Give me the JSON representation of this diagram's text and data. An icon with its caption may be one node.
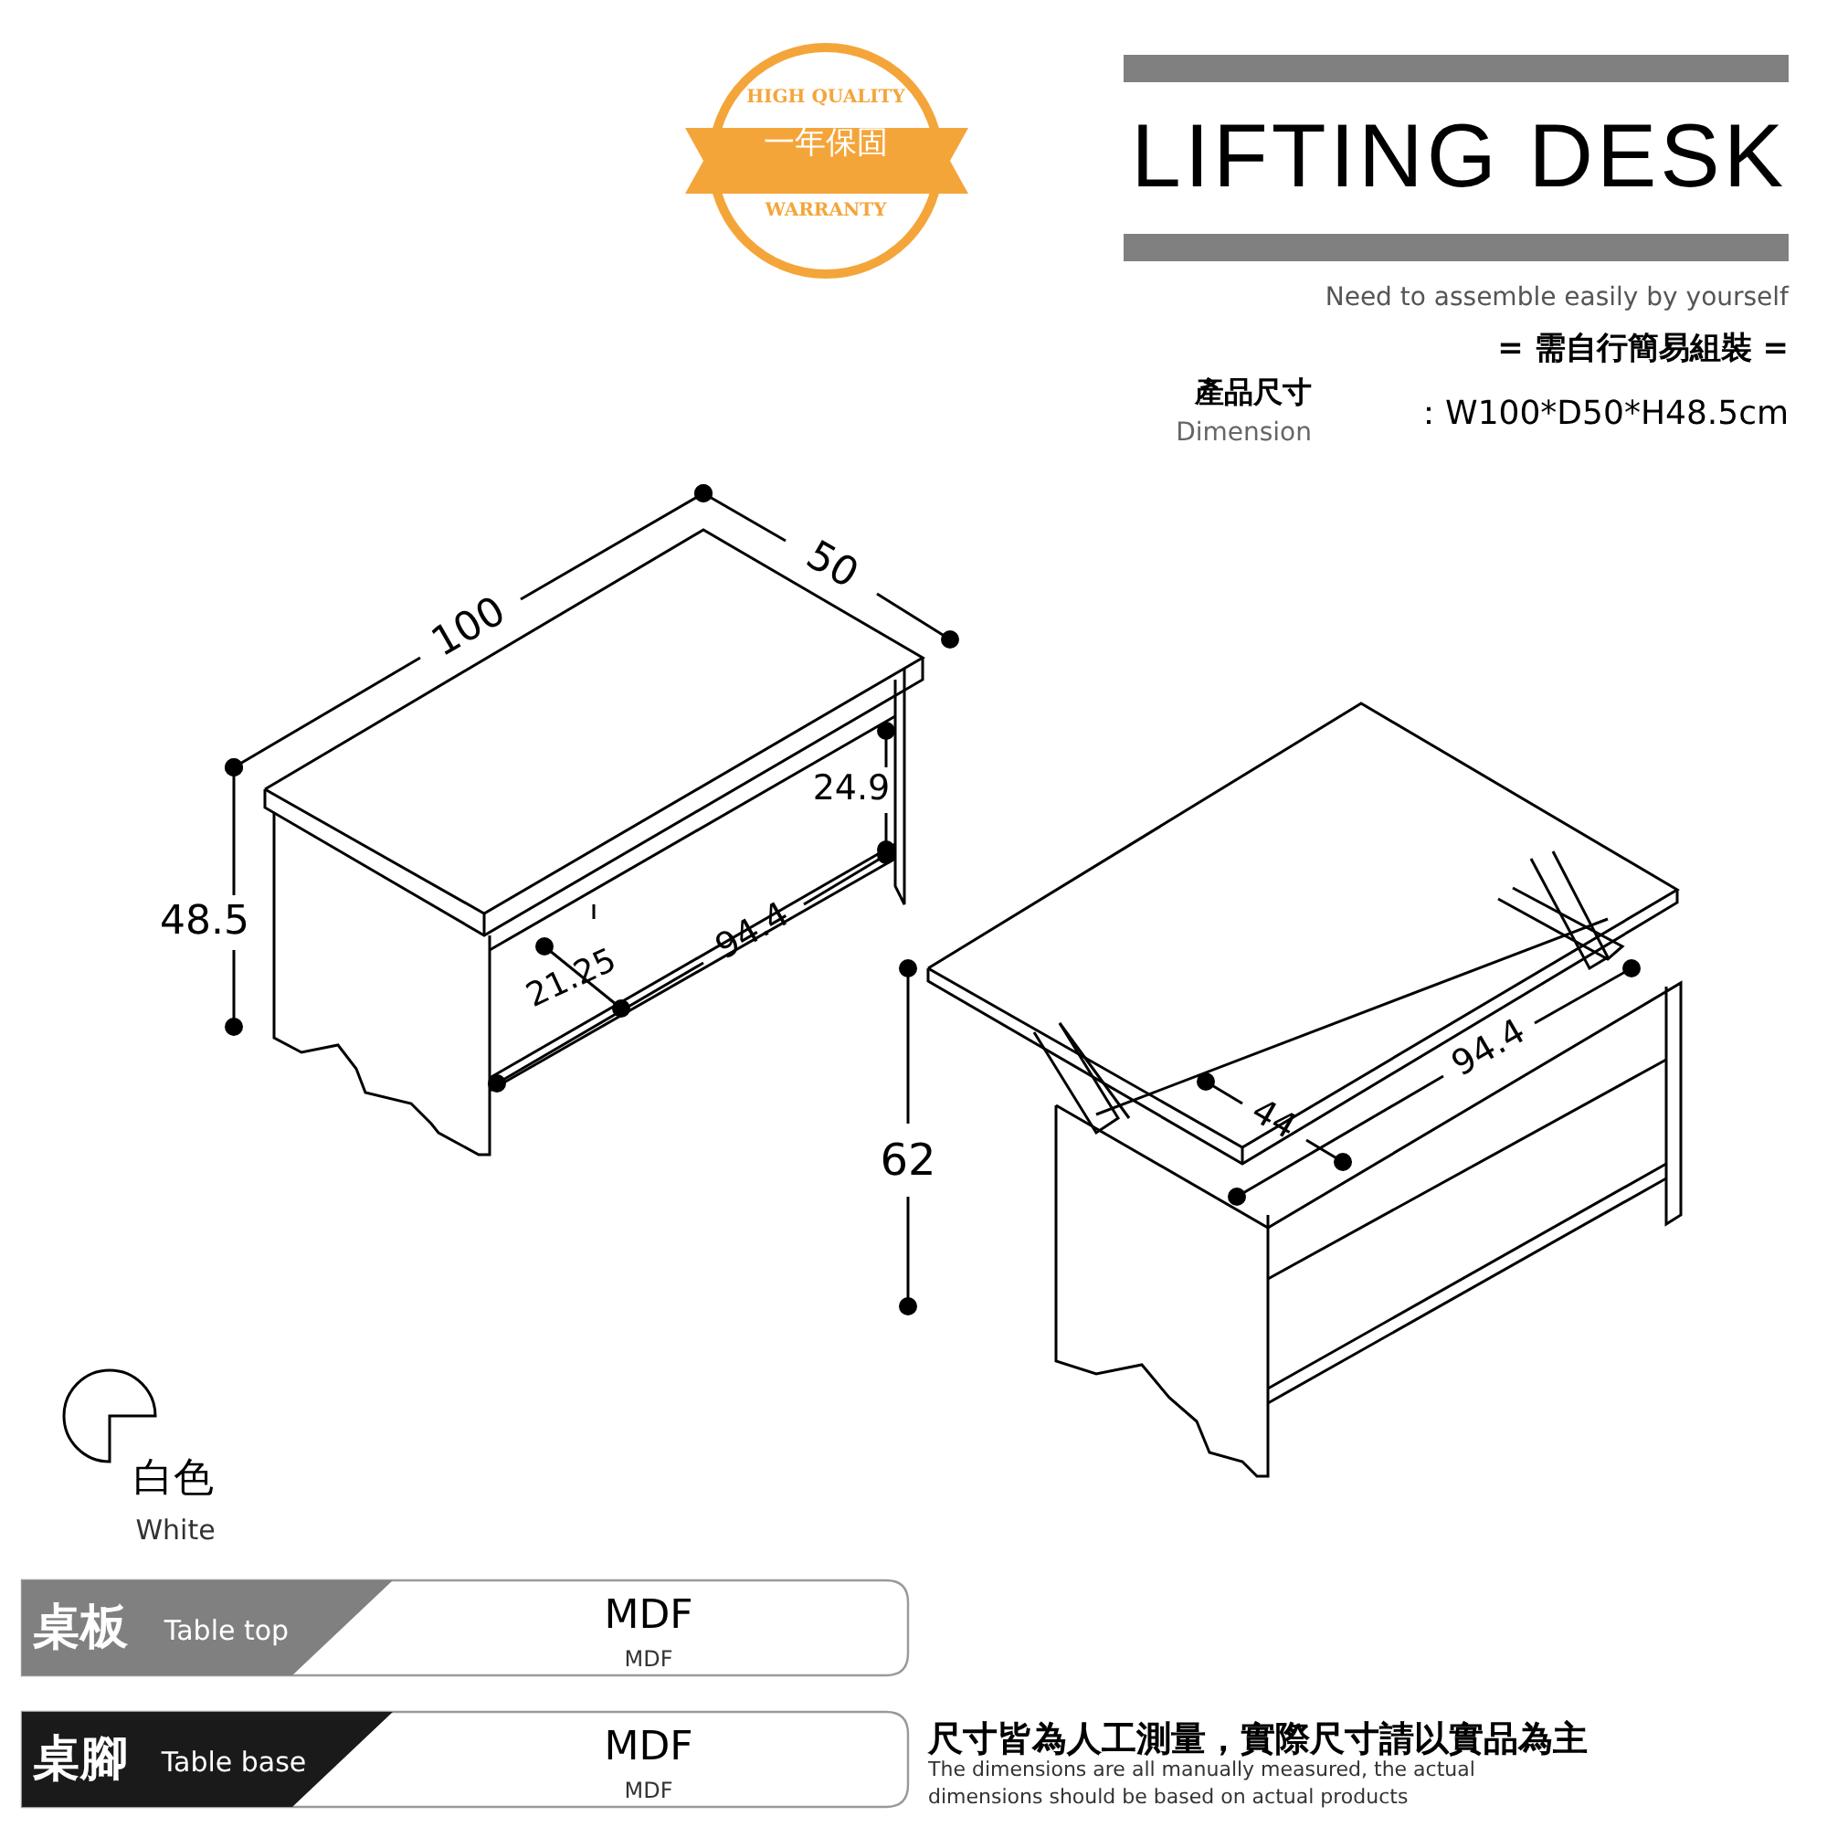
{
  "diagram": {
    "title": "LIFTING DESK",
    "labels": [
      "HIGH QUALITY",
      "一年保固",
      "WARRANTY",
      "Need to assemble easily by yourself",
      "= 需自行簡易組裝 =",
      "產品尺寸",
      "Dimension",
      "：W100*D50*H48.5cm",
      "100",
      "50",
      "24.9",
      "48.5",
      "94.4",
      "21.25",
      "94.4",
      "44",
      "62",
      "白色",
      "White",
      "桌板",
      "Table top",
      "MDF",
      "MDF",
      "桌腳",
      "Table base",
      "MDF",
      "MDF",
      "尺寸皆為人工測量，實際尺寸請以實品為主",
      "The dimensions are all manually measured, the actual dimensions should be based on actual products"
    ]
  }
}
